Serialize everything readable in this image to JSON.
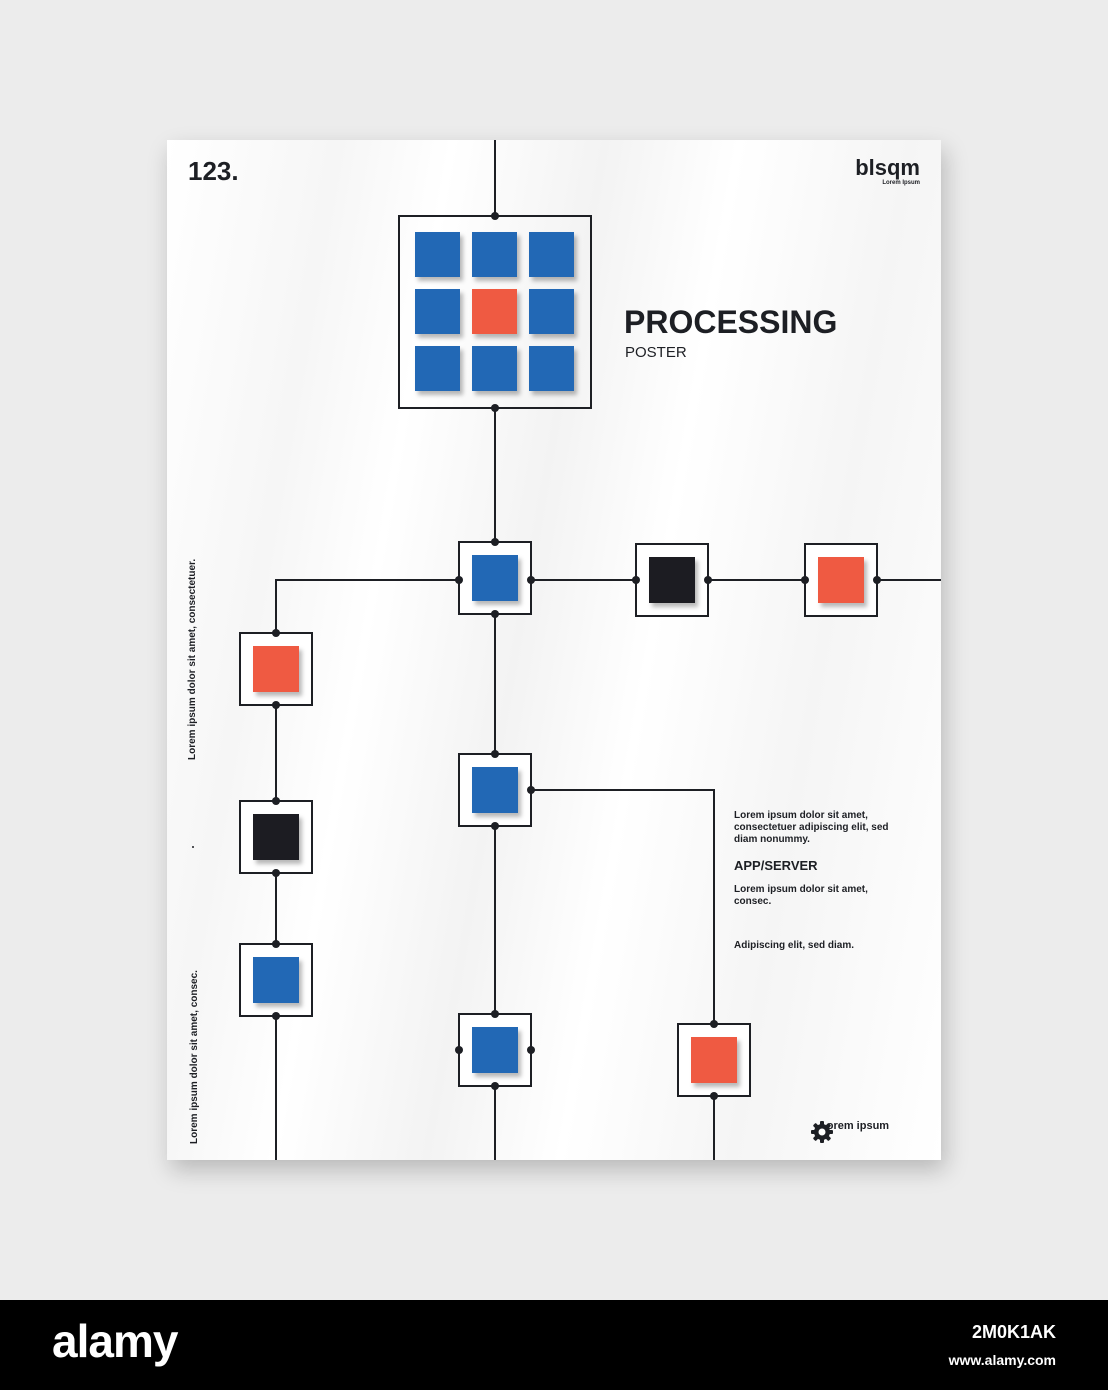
{
  "poster": {
    "number": "123.",
    "brand": "blsqm",
    "brand_sub": "Lorem Ipsum",
    "title": "PROCESSING",
    "subtitle": "POSTER",
    "side_text_top": "Lorem ipsum dolor sit amet, consectetuer.",
    "side_text_bottom": "Lorem ipsum dolor sit amet, consec.",
    "info": {
      "para1": "Lorem ipsum dolor sit amet, consectetuer adipiscing elit, sed diam nonummy.",
      "heading": "APP/SERVER",
      "para2": "Lorem ipsum dolor sit amet, consec.",
      "para3": "Adipiscing elit, sed diam."
    },
    "footer_label": "Lorem ipsum",
    "footer_icon": "gear-icon"
  },
  "banner": {
    "logo": "alamy",
    "image_id": "2M0K1AK",
    "url": "www.alamy.com"
  },
  "colors": {
    "blue": "#2468b5",
    "red": "#ef5a43",
    "dark": "#1b1d22",
    "line": "#1d1f24"
  }
}
